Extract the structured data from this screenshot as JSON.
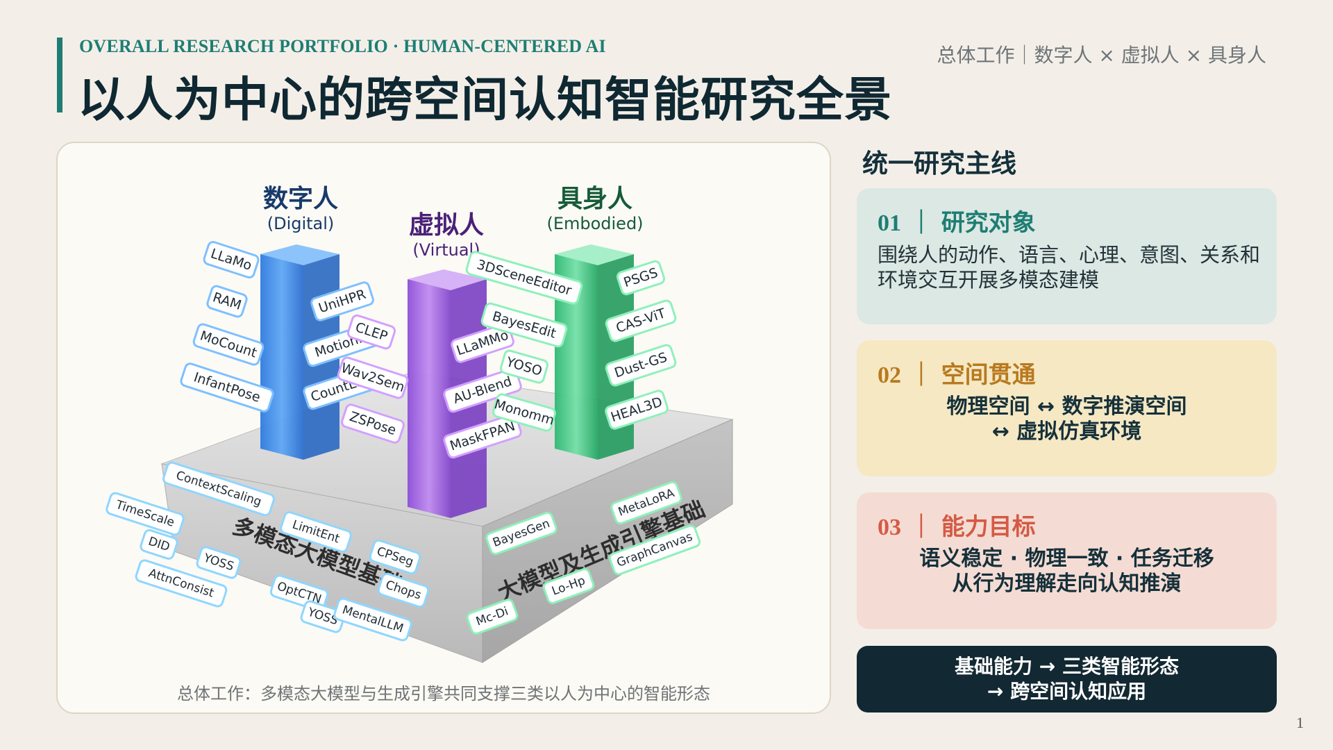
{
  "header": {
    "eyebrow": "OVERALL RESEARCH PORTFOLIO · HUMAN-CENTERED AI",
    "title": "以人为中心的跨空间认知智能研究全景",
    "top_right": "总体工作｜数字人 × 虚拟人 × 具身人"
  },
  "figure": {
    "caption": "总体工作：多模态大模型与生成引擎共同支撑三类以人为中心的智能形态",
    "pillars": {
      "digital": {
        "name": "数字人",
        "sub": "(Digital)",
        "color": "#3f8ee8",
        "left_tags": [
          "LLaMo",
          "RAM",
          "MoCount",
          "InfantPose"
        ],
        "right_tags": [
          "UniHPR",
          "MotionIT",
          "CountLLM"
        ]
      },
      "virtual": {
        "name": "虚拟人",
        "sub": "(Virtual)",
        "color": "#a060e0",
        "left_tags": [
          "CLEP",
          "Wav2Sem",
          "ZSPose"
        ],
        "right_tags": [
          "LLaMMo",
          "AU-Blend",
          "MaskFPAN"
        ]
      },
      "embodied": {
        "name": "具身人",
        "sub": "(Embodied)",
        "color": "#3fc982",
        "left_tags": [
          "3DSceneEditor",
          "BayesEdit",
          "YOSO",
          "Monomm"
        ],
        "right_tags": [
          "PSGS",
          "CAS-ViT",
          "Dust-GS",
          "HEAL3D"
        ]
      }
    },
    "base": {
      "left_label": "多模态大模型基础",
      "right_label": "大模型及生成引擎基础",
      "left_tags": [
        "ContextScaling",
        "TimeScale",
        "LimitEnt",
        "DID",
        "YOSS",
        "CPSeg",
        "AttnConsist",
        "OptCTN",
        "Chops",
        "YOSS",
        "MentalLLM"
      ],
      "right_tags": [
        "MetaLoRA",
        "BayesGen",
        "GraphCanvas",
        "Lo-Hp",
        "Mc-Di"
      ]
    }
  },
  "side": {
    "heading": "统一研究主线",
    "cards": [
      {
        "num": "01",
        "sep": "｜",
        "title": "研究对象",
        "body": "围绕人的动作、语言、心理、意图、关系和环境交互开展多模态建模",
        "accent": "#1e7d73"
      },
      {
        "num": "02",
        "sep": "｜",
        "title": "空间贯通",
        "line1": "物理空间 ↔ 数字推演空间",
        "line2": "↔ 虚拟仿真环境",
        "accent": "#b8791f"
      },
      {
        "num": "03",
        "sep": "｜",
        "title": "能力目标",
        "line1": "语义稳定 · 物理一致 · 任务迁移",
        "line2": "从行为理解走向认知推演",
        "accent": "#d45a44"
      }
    ],
    "bottom": {
      "line1": "基础能力 → 三类智能形态",
      "line2": "→ 跨空间认知应用"
    }
  },
  "page_number": "1"
}
